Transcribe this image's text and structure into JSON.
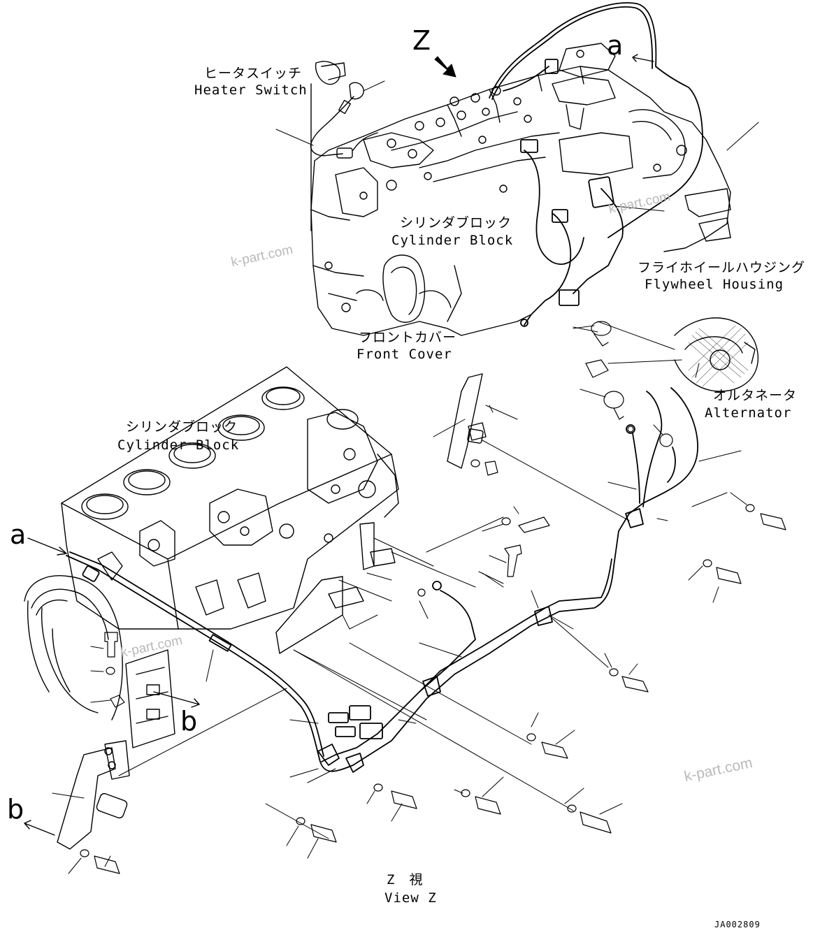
{
  "labels": {
    "heater_switch_jp": "ヒータスイッチ",
    "heater_switch_en": "Heater Switch",
    "cylinder_block_top_jp": "シリンダブロック",
    "cylinder_block_top_en": "Cylinder Block",
    "flywheel_housing_jp": "フライホイールハウジング",
    "flywheel_housing_en": "Flywheel Housing",
    "front_cover_jp": "フロントカバー",
    "front_cover_en": "Front Cover",
    "alternator_jp": "オルタネータ",
    "alternator_en": "Alternator",
    "cylinder_block_bottom_jp": "シリンダブロック",
    "cylinder_block_bottom_en": "Cylinder Block",
    "view_jp": "Z　視",
    "view_en": "View Z"
  },
  "markers": {
    "z": "Z",
    "a_top": "a",
    "a_left": "a",
    "b_mid": "b",
    "b_left": "b"
  },
  "watermark": "k-part.com",
  "drawing_code": "JA002809"
}
